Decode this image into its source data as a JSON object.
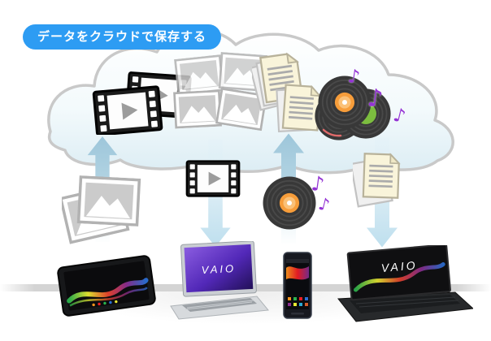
{
  "badge": {
    "label": "データをクラウドで保存する"
  },
  "icons": {
    "music_note": "♪"
  },
  "cloud": {
    "contents": [
      "videos",
      "photos",
      "documents",
      "music"
    ]
  },
  "arrows": [
    {
      "direction": "up",
      "payload": "photos"
    },
    {
      "direction": "down",
      "payload": "video"
    },
    {
      "direction": "up",
      "payload": "music"
    },
    {
      "direction": "down",
      "payload": "documents"
    }
  ],
  "devices": [
    {
      "type": "tablet"
    },
    {
      "type": "laptop",
      "screen_label": "VAIO"
    },
    {
      "type": "smartphone"
    },
    {
      "type": "slider-laptop",
      "screen_label": "VAIO"
    }
  ],
  "colors": {
    "badge_bg": "#2d9cf3",
    "badge_text": "#ffffff",
    "cloud_stroke": "#c9c9c9",
    "cloud_fill_bottom": "#dcedf4",
    "arrow_up": "#a5cbdd",
    "arrow_down": "#cde5f0",
    "shelf": "#d4d4d4",
    "music_note": "#9333d4",
    "record_label_orange": "#f79d3a",
    "record_label_green": "#7cbd3f",
    "document_paper": "#f9f4da"
  }
}
